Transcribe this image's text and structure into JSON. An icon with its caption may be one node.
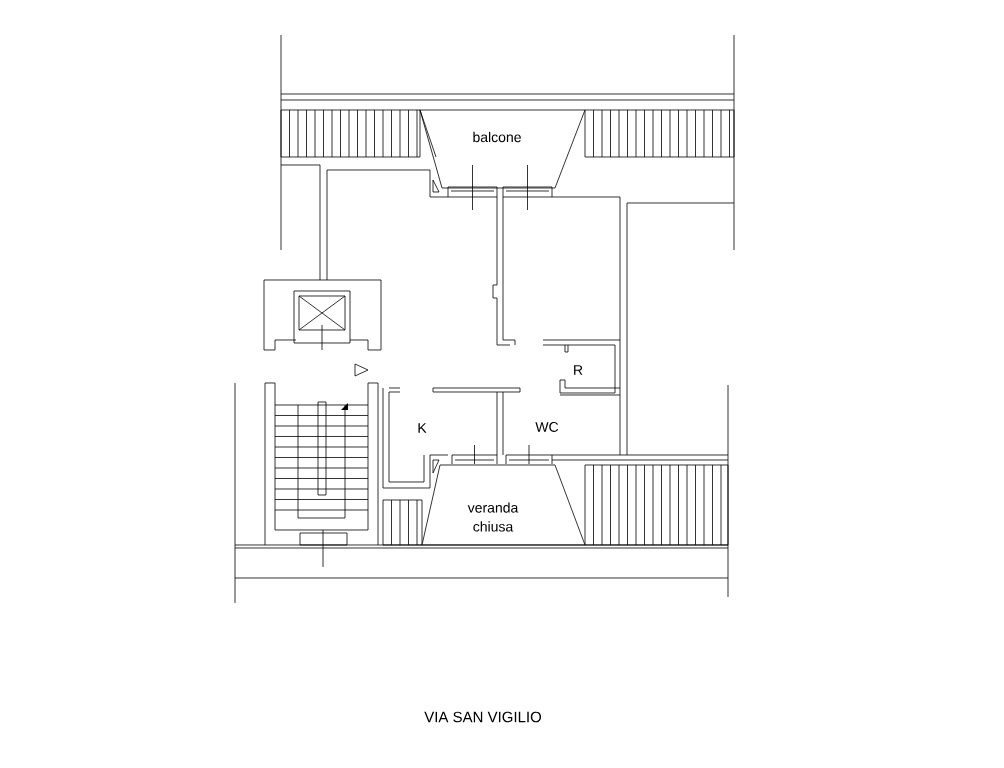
{
  "diagram": {
    "labels": [
      "balcone",
      "R",
      "K",
      "WC",
      "veranda chiusa",
      "VIA SAN VIGILIO"
    ]
  }
}
